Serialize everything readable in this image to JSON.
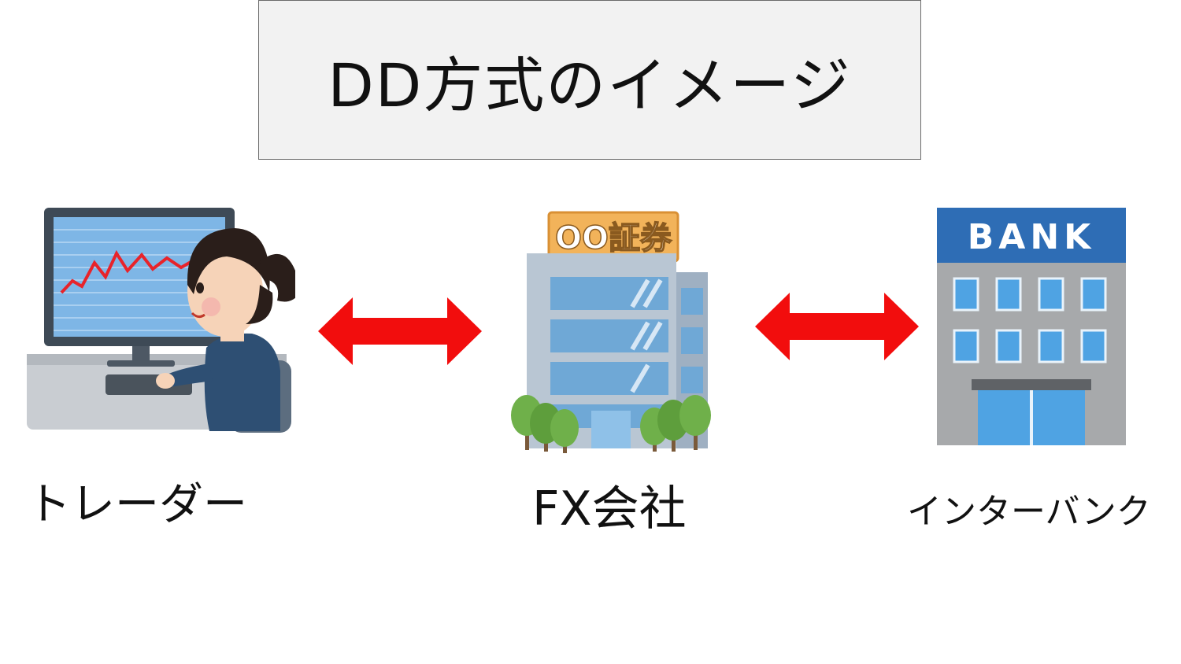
{
  "title": "DD方式のイメージ",
  "nodes": {
    "trader": {
      "label": "トレーダー"
    },
    "fx_company": {
      "label": "FX会社",
      "sign": "OO証券"
    },
    "interbank": {
      "label": "インターバンク",
      "sign": "BANK"
    }
  },
  "colors": {
    "arrow": "#f20d0d",
    "title_bg": "#f2f2f2",
    "monitor_screen": "#7eb6e6",
    "building_glass": "#6fa8d6",
    "bank_sign": "#2e6db5",
    "sign_orange": "#f2b35a",
    "tree_green": "#6fb04a"
  },
  "icons": {
    "trader": "trader-at-monitor-icon",
    "fx_company": "office-building-icon",
    "interbank": "bank-building-icon",
    "connector": "double-arrow-icon"
  }
}
